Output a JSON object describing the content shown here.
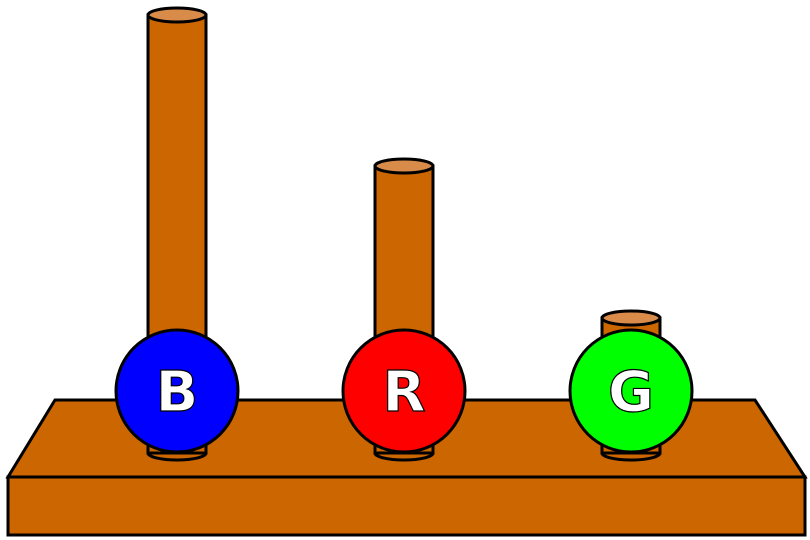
{
  "game": {
    "colors": {
      "wood": "#cc6600",
      "wood_top": "#d98c4a",
      "outline": "#000000"
    },
    "pegs": [
      {
        "name": "peg-left",
        "capacity": 4,
        "balls": [
          {
            "label": "B",
            "color": "#0000ff"
          }
        ]
      },
      {
        "name": "peg-middle",
        "capacity": 2,
        "balls": [
          {
            "label": "R",
            "color": "#ff0000"
          }
        ]
      },
      {
        "name": "peg-right",
        "capacity": 1,
        "balls": [
          {
            "label": "G",
            "color": "#00ff00"
          }
        ]
      }
    ]
  }
}
